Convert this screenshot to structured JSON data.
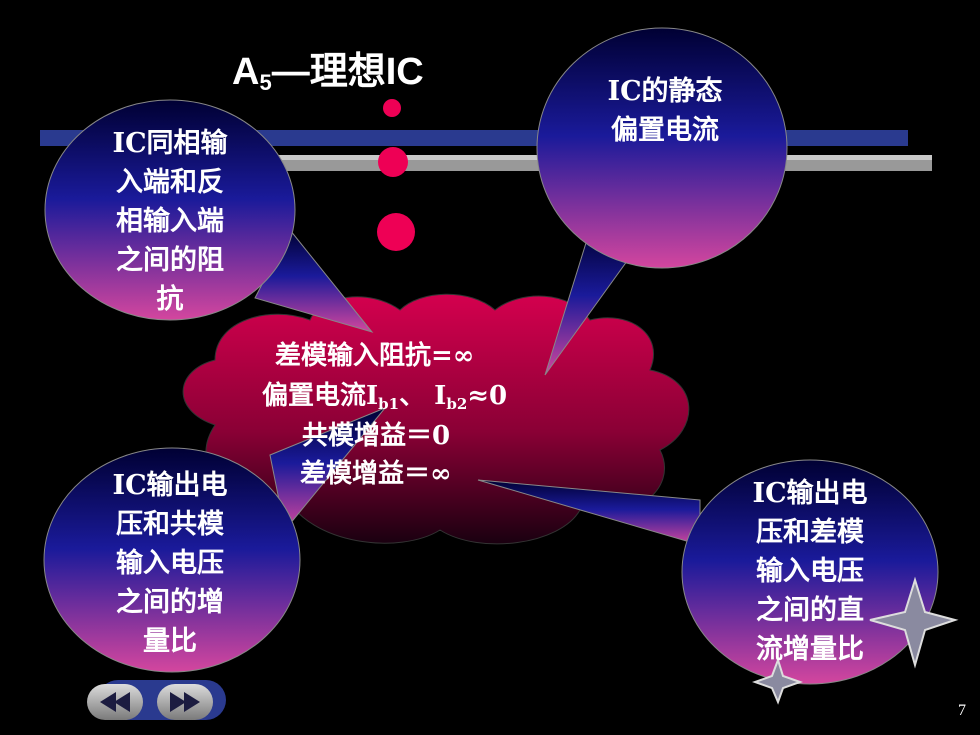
{
  "slide": {
    "title_main": "A",
    "title_sub": "5",
    "title_rest": "—理想IC",
    "page_number": "7"
  },
  "cloud": {
    "line1": "差模输入阻抗=∞",
    "line2_a": "偏置电流I",
    "line2_b": "b1",
    "line2_c": "、 I",
    "line2_d": "b2",
    "line2_e": "≈0",
    "line3": "共模增益＝0",
    "line4": "差模增益＝∞"
  },
  "bubbles": {
    "top_left": [
      "IC同相输",
      "入端和反",
      "相输入端",
      "之间的阻",
      "抗"
    ],
    "top_right": [
      "IC的静态",
      "偏置电流"
    ],
    "bottom_left": [
      "IC输出电",
      "压和共模",
      "输入电压",
      "之间的增",
      "量比"
    ],
    "bottom_right": [
      "IC输出电",
      "压和差模",
      "输入电压",
      "之间的直",
      "流增量比"
    ]
  },
  "colors": {
    "bubble_top": "#000033",
    "bubble_bottom": "#d4469e",
    "cloud_top": "#d4004e",
    "cloud_bottom": "#1a0010",
    "dot": "#ee0055",
    "bar_blue": "#2a3a8f",
    "bar_gray": "#999999"
  },
  "nav": {
    "prev_icon": "prev-arrow-icon",
    "next_icon": "next-arrow-icon"
  }
}
